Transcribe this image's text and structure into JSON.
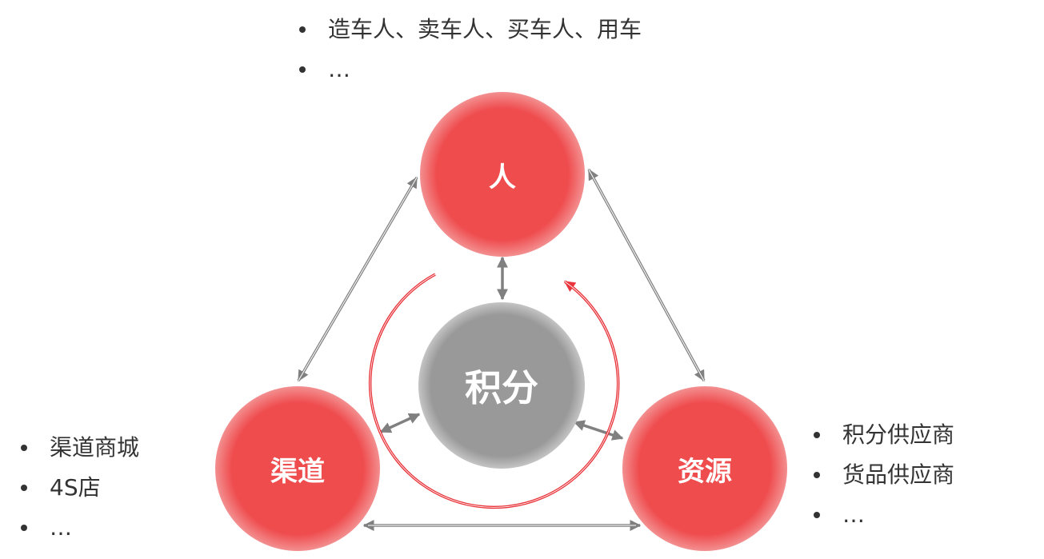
{
  "nodes": {
    "people": "人",
    "channel": "渠道",
    "resource": "资源",
    "points": "积分"
  },
  "lists": {
    "people": [
      "造车人、卖车人、买车人、用车",
      "…"
    ],
    "channel": [
      "渠道商城",
      "4S店",
      "…"
    ],
    "resource": [
      "积分供应商",
      "货品供应商",
      "…"
    ]
  },
  "colors": {
    "node_red": "#ef4c4e",
    "center_gray": "#999999",
    "arrow_gray": "#808080",
    "cycle_red": "#e8343a"
  }
}
